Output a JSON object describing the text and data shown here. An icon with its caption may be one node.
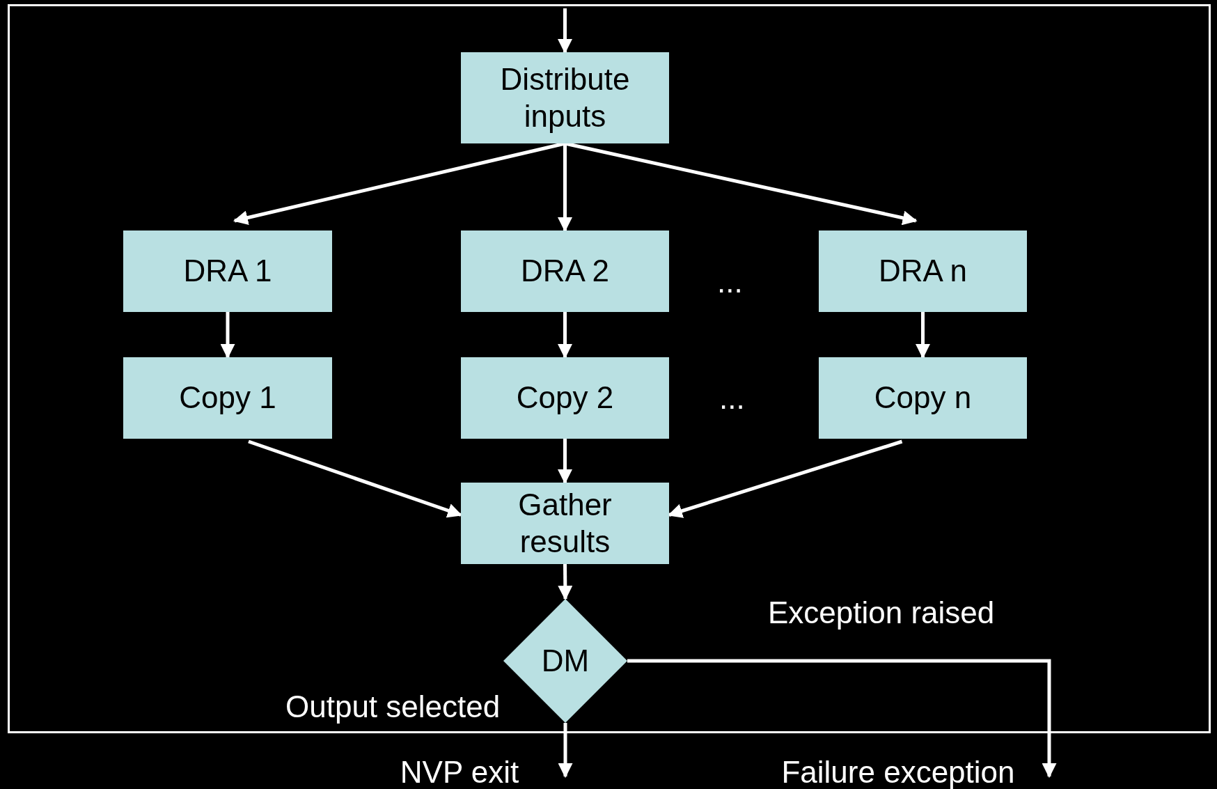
{
  "diagram": {
    "nodes": [
      {
        "text": [],
        "shape": "box"
      },
      {
        "text": [
          "Distribute inputs"
        ],
        "in": 0
      },
      {
        "text": [
          "DRA 1"
        ],
        "in": 0
      },
      {
        "text": [
          "DRA 2"
        ],
        "in": 0
      },
      {
        "text": [
          "DRA n"
        ],
        "in": 0
      },
      {
        "text": [
          "Copy 1"
        ],
        "in": 0
      },
      {
        "text": [
          "Copy 2"
        ],
        "in": 0
      },
      {
        "text": [
          "Copy n"
        ],
        "in": 0
      },
      {
        "text": [
          "Gather results"
        ],
        "in": 0
      },
      {
        "text": [
          "DM"
        ],
        "in": 0
      },
      {
        "text": [
          "NVP exit"
        ]
      },
      {
        "text": [
          "Failure exception"
        ]
      }
    ],
    "edges": [
      {
        "from": null,
        "to": 1,
        "arrow": "to"
      },
      {
        "from": 1,
        "to": 2,
        "arrow": "to"
      },
      {
        "from": 1,
        "to": 3,
        "arrow": "to"
      },
      {
        "from": 1,
        "to": 4,
        "arrow": "to"
      },
      {
        "from": 2,
        "to": 5,
        "arrow": "to"
      },
      {
        "from": 3,
        "to": 6,
        "arrow": "to"
      },
      {
        "from": 4,
        "to": 7,
        "arrow": "to"
      },
      {
        "from": 5,
        "to": 8,
        "arrow": "to"
      },
      {
        "from": 6,
        "to": 8,
        "arrow": "to"
      },
      {
        "from": 7,
        "to": 8,
        "arrow": "to"
      },
      {
        "from": 8,
        "to": 9,
        "arrow": "to"
      },
      {
        "from": 9,
        "to": 10,
        "arrow": "to",
        "label": "Output selected"
      },
      {
        "from": 9,
        "to": 11,
        "arrow": "to",
        "label": "Exception raised"
      }
    ],
    "labels": [
      "...",
      "..."
    ]
  }
}
